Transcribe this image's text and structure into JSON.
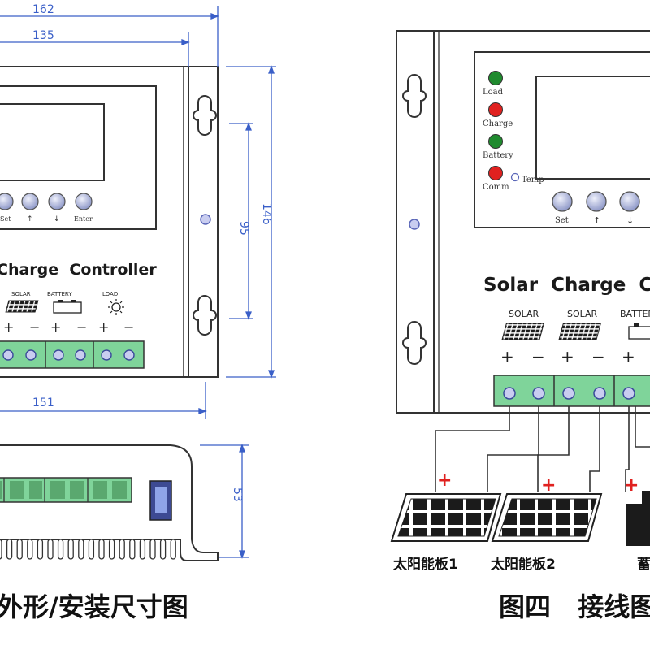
{
  "dimensions": {
    "width_162": "162",
    "width_135": "135",
    "width_151": "151",
    "hole_spacing_95": "95",
    "height_146": "146",
    "depth_53": "53"
  },
  "device": {
    "title_left": "Charge  Controller",
    "title_right": "Solar  Charge  C",
    "buttons": [
      "Set",
      "↑",
      "↓",
      "Enter"
    ],
    "indicators": [
      {
        "label": "Load",
        "color": "#1f8a2e"
      },
      {
        "label": "Charge",
        "color": "#e0211f"
      },
      {
        "label": "Battery",
        "color": "#1f8a2e"
      },
      {
        "label": "Comm",
        "color": "#e0211f"
      }
    ],
    "temp_label": "Temp",
    "terminal_labels_left": [
      "SOLAR",
      "BATTERY",
      "LOAD"
    ],
    "terminal_labels_right": [
      "SOLAR",
      "SOLAR",
      "BATTERY"
    ],
    "plus": "+",
    "minus": "−"
  },
  "wiring": {
    "panel_1": "太阳能板1",
    "panel_2": "太阳能板2",
    "battery_partial": "蓄"
  },
  "captions": {
    "left": "外形/安装尺寸图",
    "right": "图四   接线图"
  },
  "colors": {
    "outline": "#333333",
    "dimension": "#3a5fc8",
    "terminal": "#7fd49a",
    "screw": "#9aa8e0",
    "red": "#e0211f"
  }
}
